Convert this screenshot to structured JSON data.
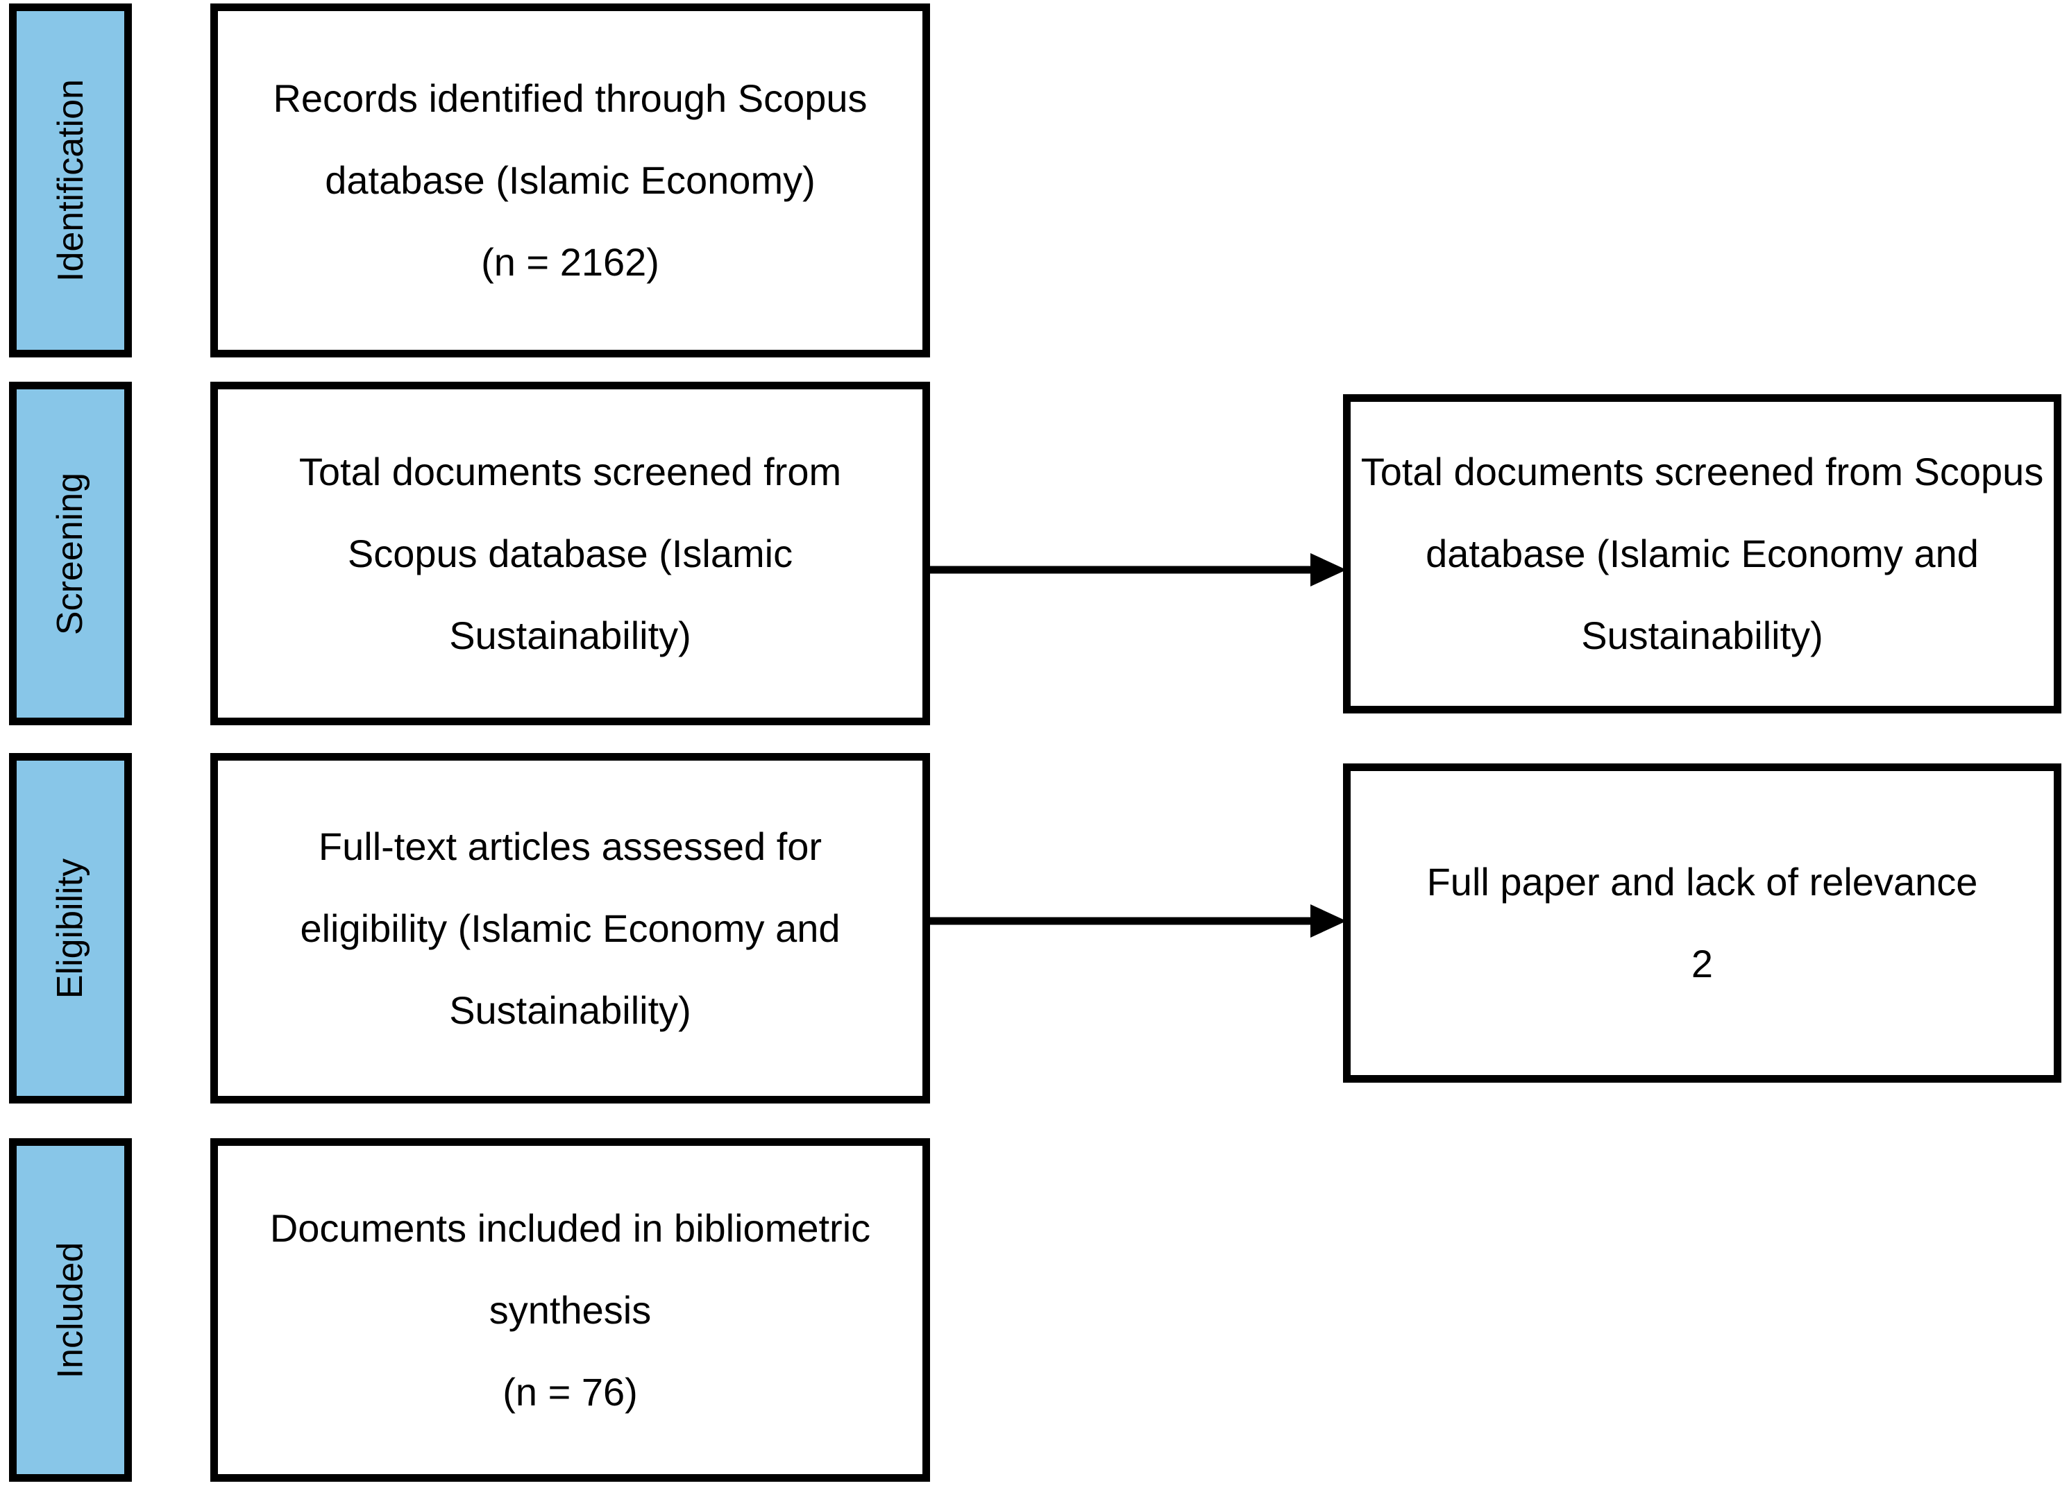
{
  "diagram": {
    "type": "prisma-flow-diagram",
    "accent_color": "#88C6E8",
    "border_color": "#000000",
    "background_color": "#ffffff",
    "stages": [
      {
        "id": "identification",
        "label": "Identification",
        "main_box": {
          "lines": [
            "Records identified through Scopus",
            "database (Islamic Economy)",
            "(n = 2162)"
          ]
        },
        "side_box": null,
        "arrow": false
      },
      {
        "id": "screening",
        "label": "Screening",
        "main_box": {
          "lines": [
            "Total documents screened from",
            "Scopus database (Islamic",
            "Sustainability)"
          ]
        },
        "side_box": {
          "lines": [
            "Total documents screened from Scopus",
            "database (Islamic Economy and",
            "Sustainability)"
          ]
        },
        "arrow": true
      },
      {
        "id": "eligibility",
        "label": "Eligibility",
        "main_box": {
          "lines": [
            "Full-text articles assessed for",
            "eligibility (Islamic Economy and",
            "Sustainability)"
          ]
        },
        "side_box": {
          "lines": [
            "Full paper and lack of relevance",
            "2"
          ]
        },
        "arrow": true
      },
      {
        "id": "included",
        "label": "Included",
        "main_box": {
          "lines": [
            "Documents included in bibliometric",
            "synthesis",
            "(n = 76)"
          ]
        },
        "side_box": null,
        "arrow": false
      }
    ]
  }
}
